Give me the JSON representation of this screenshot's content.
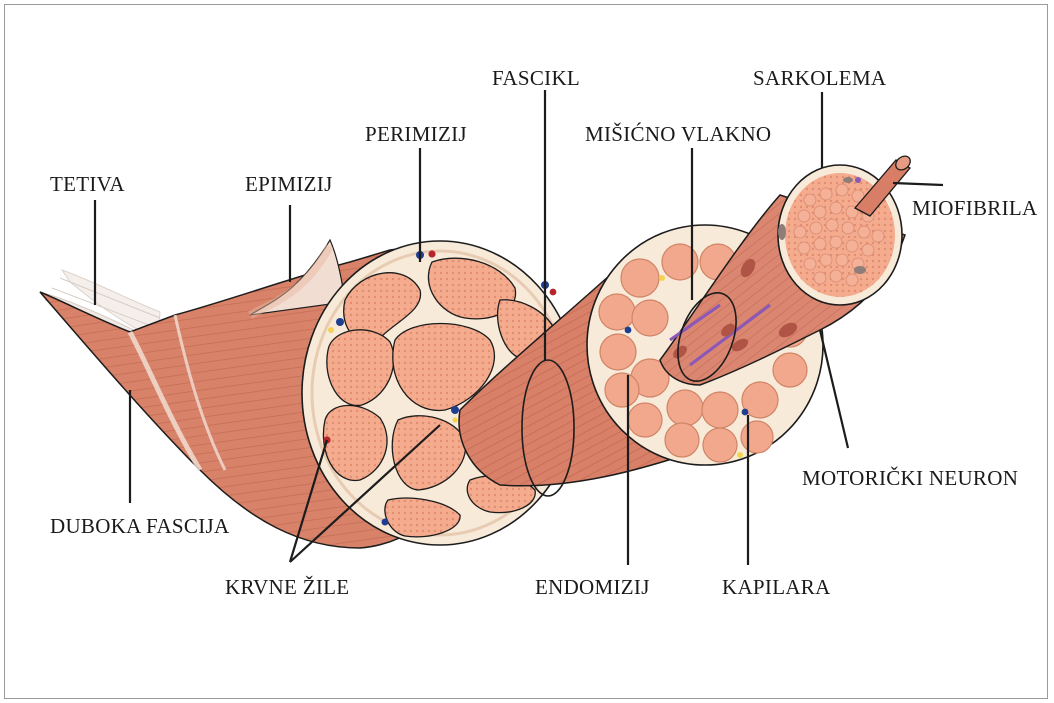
{
  "labels": {
    "tetiva": "TETIVA",
    "epimizij": "EPIMIZIJ",
    "perimizij": "PERIMIZIJ",
    "fascikl": "FASCIKL",
    "sarkolema": "SARKOLEMA",
    "misicno_vlakno": "MIŠIĆNO VLAKNO",
    "miofibrila": "MIOFIBRILA",
    "motoricki_neuron": "MOTORIČKI NEURON",
    "duboka_fascija": "DUBOKA FASCIJA",
    "krvne_zile": "KRVNE ŽILE",
    "endomizij": "ENDOMIZIJ",
    "kapilara": "KAPILARA"
  },
  "colors": {
    "muscle": "#d9826a",
    "muscle_dark": "#b85a43",
    "fiber": "#f2a88c",
    "fiber_light": "#f7c3a9",
    "connective": "#fbeedd",
    "tendon": "#f1ece8",
    "outline": "#1c1c1c",
    "artery": "#b5252a",
    "vein": "#1e3e8f",
    "nerve_fat": "#f3d24f",
    "capillary": "#8a58b8"
  }
}
